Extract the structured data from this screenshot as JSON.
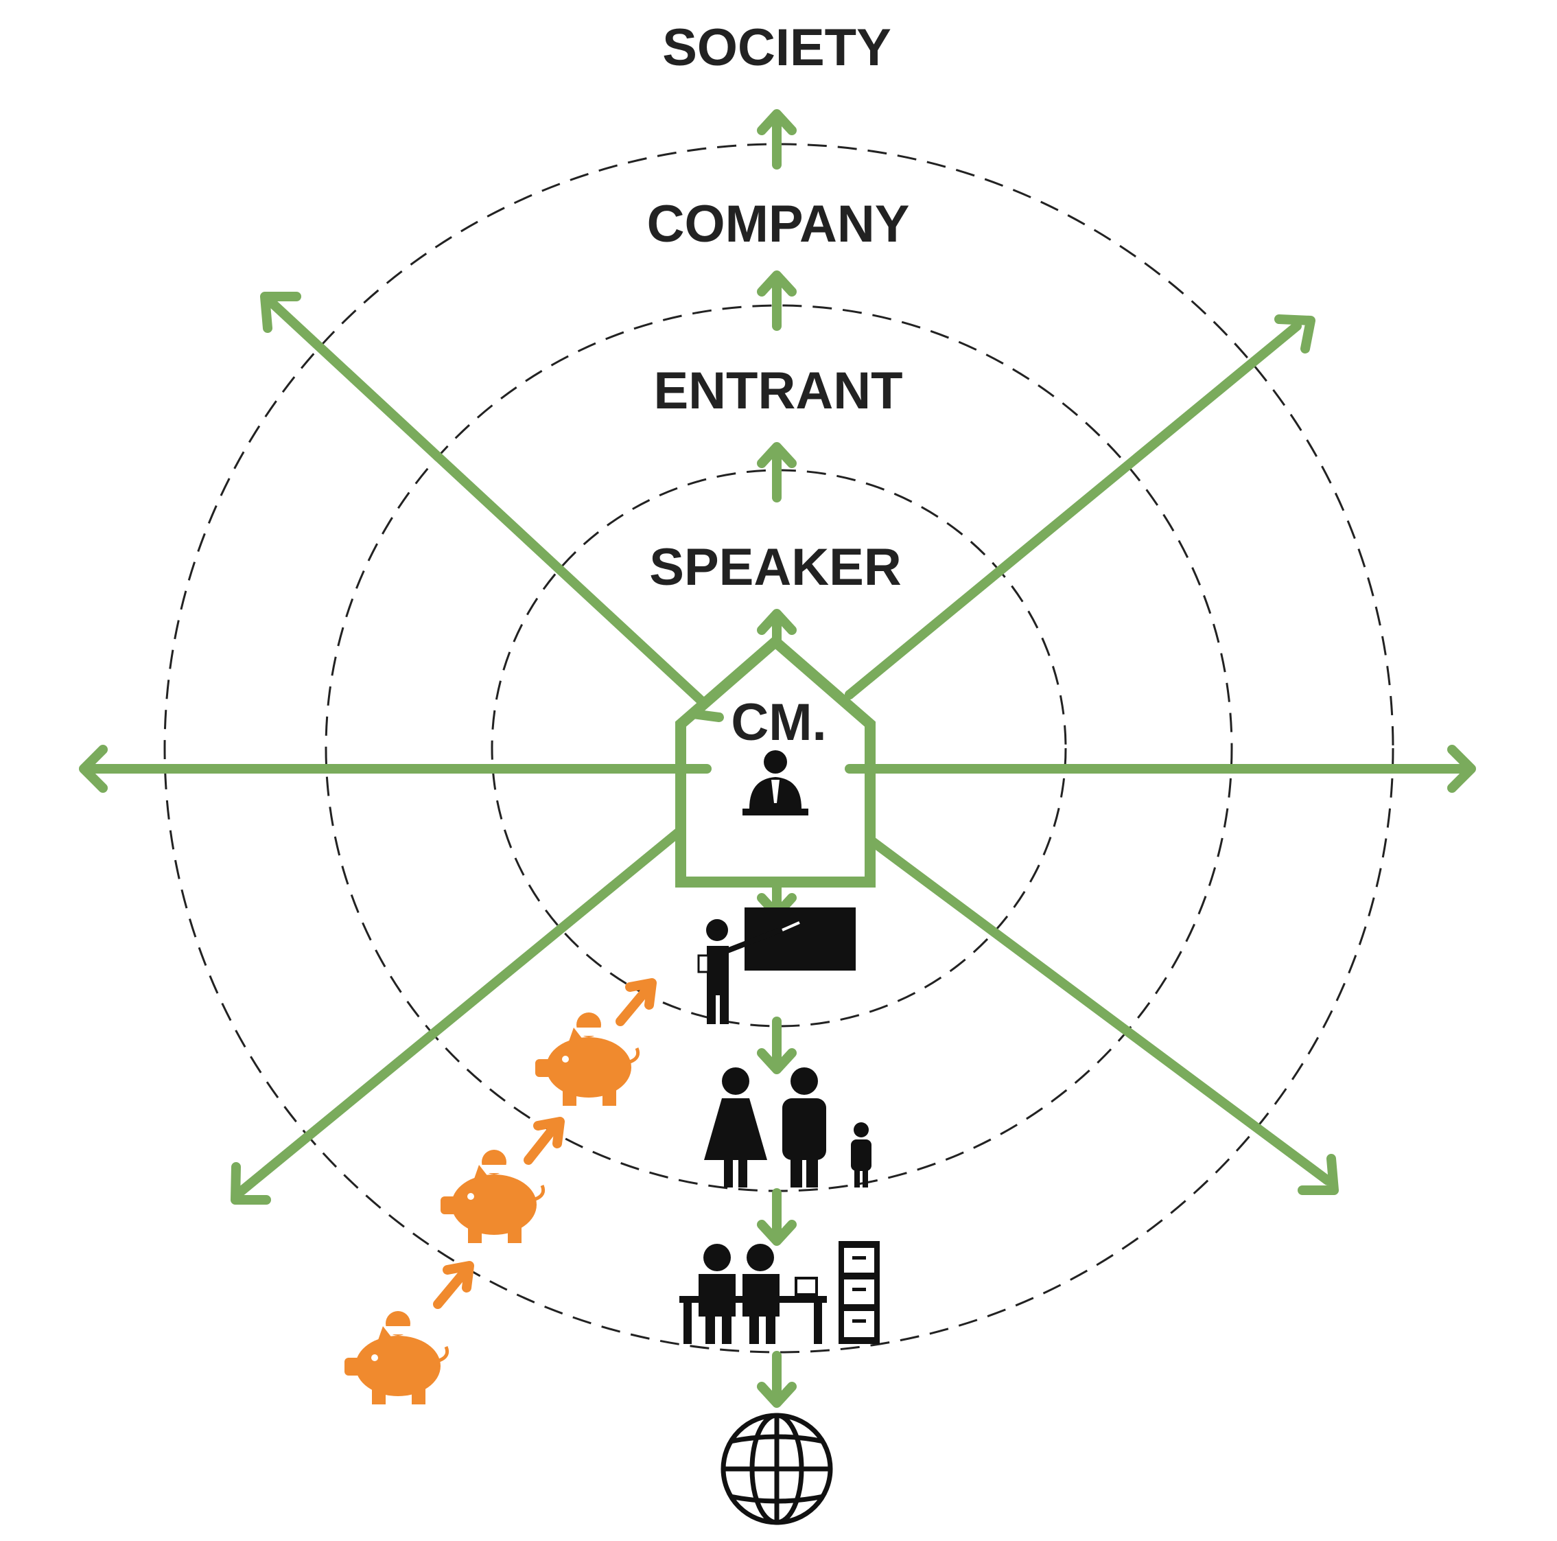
{
  "labels": {
    "society": "SOCIETY",
    "company": "COMPANY",
    "entrant": "ENTRANT",
    "speaker": "SPEAKER",
    "center": "CM."
  },
  "colors": {
    "green": "#7aab5c",
    "orange": "#f08a2e",
    "ink": "#111111",
    "text": "#222222",
    "ring": "#222222"
  },
  "icons": [
    "official-at-desk-icon",
    "teacher-blackboard-icon",
    "family-icon",
    "office-meeting-icon",
    "globe-icon",
    "piggy-bank-icon"
  ]
}
